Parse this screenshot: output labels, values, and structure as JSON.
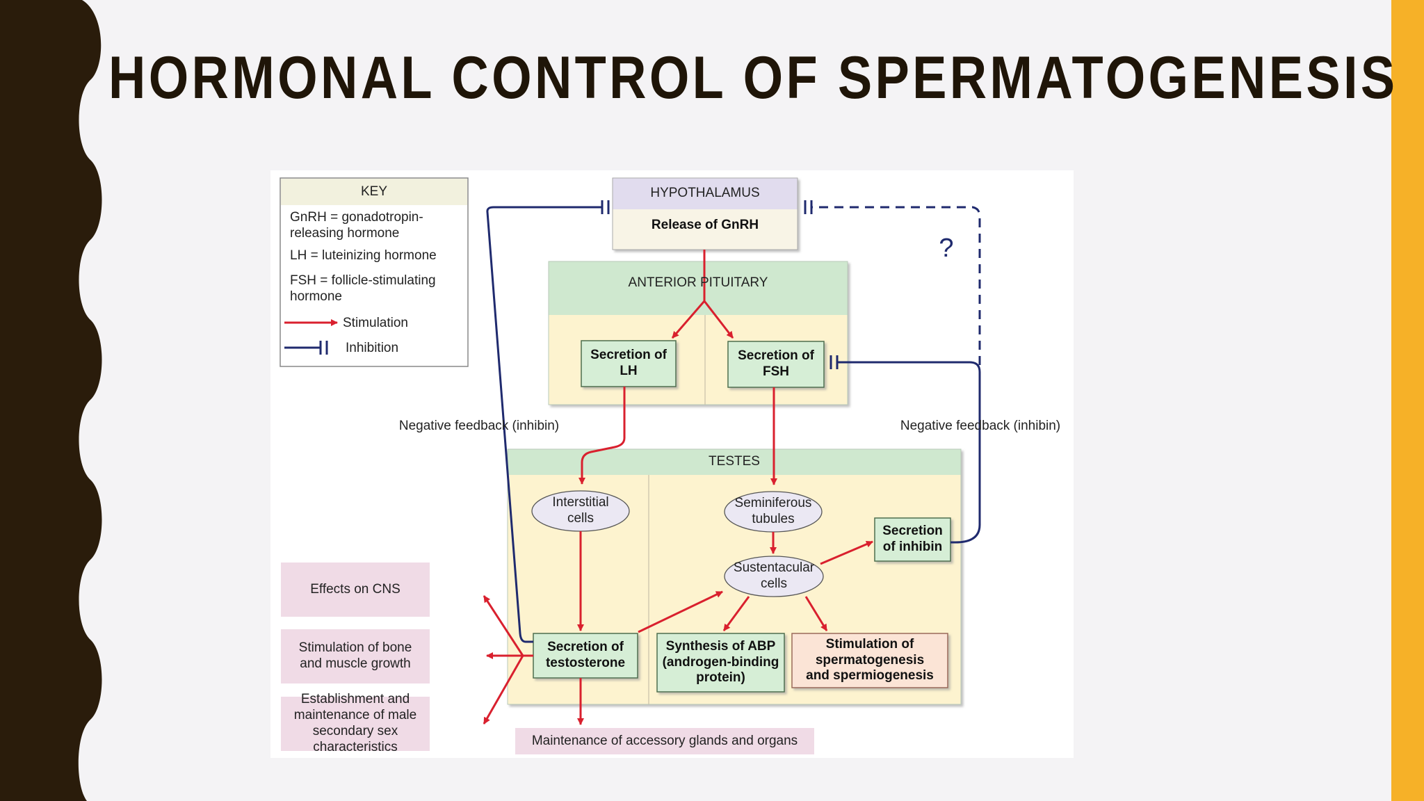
{
  "slide": {
    "title": "HORMONAL CONTROL OF SPERMATOGENESIS",
    "colors": {
      "left_band": "#2a1c0b",
      "right_band": "#f6b128",
      "background": "#f4f3f5",
      "title": "#1f1508"
    }
  },
  "diagram": {
    "colors": {
      "stimulation": "#d9202e",
      "inhibition": "#1f2a6e",
      "header_green": "#cfe8cf",
      "region_yellow": "#fdf3cf",
      "box_green": "#d6eed6",
      "outcome_pink": "#f0dbe6",
      "peach": "#fbe4d6",
      "header_lavender": "#e1dcee"
    },
    "key": {
      "title": "KEY",
      "gnrh": "GnRH = gonadotropin-\n          releasing hormone",
      "lh": "LH = luteinizing hormone",
      "fsh": "FSH = follicle-stimulating\n          hormone",
      "stimulation": "Stimulation",
      "inhibition": "Inhibition"
    },
    "hypothalamus": {
      "header": "HYPOTHALAMUS",
      "action": "Release of GnRH"
    },
    "anterior_pituitary": {
      "header": "ANTERIOR PITUITARY",
      "lh": "Secretion of\nLH",
      "fsh": "Secretion of\nFSH"
    },
    "testes": {
      "header": "TESTES",
      "interstitial": "Interstitial\ncells",
      "seminiferous": "Seminiferous\ntubules",
      "sustentacular": "Sustentacular\ncells",
      "inhibin": "Secretion\nof inhibin",
      "testosterone": "Secretion of\ntestosterone",
      "abp": "Synthesis of ABP\n(androgen-binding\nprotein)",
      "spermatogenesis": "Stimulation of\nspermatogenesis\nand spermiogenesis"
    },
    "feedback_left": "Negative feedback (inhibin)",
    "feedback_right": "Negative feedback (inhibin)",
    "question_mark": "?",
    "effects": {
      "cns": "Effects on CNS",
      "bone": "Stimulation of bone\nand muscle growth",
      "sex_characteristics": "Establishment and\nmaintenance of male\nsecondary sex characteristics",
      "accessory": "Maintenance of accessory glands and organs"
    }
  }
}
